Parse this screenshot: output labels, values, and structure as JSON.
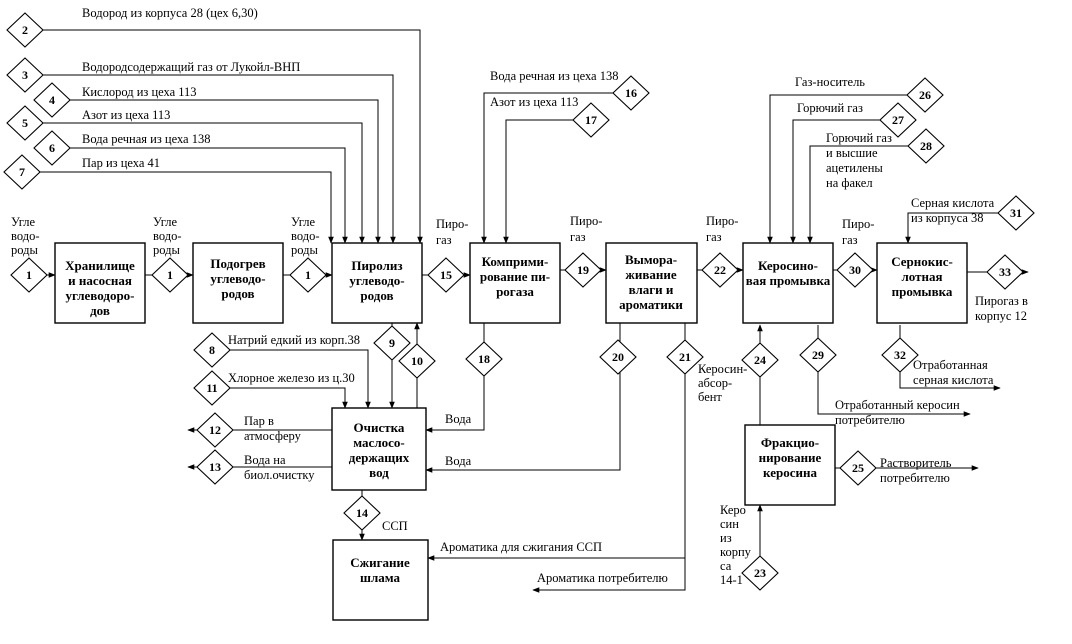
{
  "boxes": {
    "storage": [
      "Хранилище",
      "и насосная",
      "углеводоро-",
      "дов"
    ],
    "heating": [
      "Подогрев",
      "углеводо-",
      "родов"
    ],
    "pyrolysis": [
      "Пиролиз",
      "углеводо-",
      "родов"
    ],
    "compression": [
      "Комприми-",
      "рование пи-",
      "рогаза"
    ],
    "drying": [
      "Вымора-",
      "живание",
      "влаги и",
      "ароматики"
    ],
    "kerosene_wash": [
      "Кероcино-",
      "вая промывка"
    ],
    "sulfuric_wash": [
      "Сернокис-",
      "лотная",
      "промывка"
    ],
    "oily_water": [
      "Очистка",
      "маслосо-",
      "держащих",
      "вод"
    ],
    "sludge": [
      "Сжигание",
      "шлама"
    ],
    "fractionation": [
      "Фракцио-",
      "нирование",
      "керосина"
    ]
  },
  "streams": {
    "s1": "1",
    "s2": "2",
    "s3": "3",
    "s4": "4",
    "s5": "5",
    "s6": "6",
    "s7": "7",
    "s8": "8",
    "s9": "9",
    "s10": "10",
    "s11": "11",
    "s12": "12",
    "s13": "13",
    "s14": "14",
    "s15": "15",
    "s16": "16",
    "s17": "17",
    "s19": "19",
    "s18": "18",
    "s20": "20",
    "s21": "21",
    "s22": "22",
    "s23": "23",
    "s24": "24",
    "s25": "25",
    "s26": "26",
    "s27": "27",
    "s28": "28",
    "s29": "29",
    "s30": "30",
    "s31": "31",
    "s32": "32",
    "s33": "33"
  },
  "labels": {
    "l2": "Водород из корпуса 28 (цех 6,30)",
    "l3": "Водородсодержащий газ от Лукойл-ВНП",
    "l4": "Кислород из цеха 113",
    "l5": "Азот из цеха 113",
    "l6": "Вода речная из цеха 138",
    "l7": "Пар из цеха 41",
    "hydrocarbons": [
      "Угле",
      "водо-",
      "роды"
    ],
    "pyrogas": [
      "Пиро-",
      "газ"
    ],
    "l16": "Вода речная из цеха 138",
    "l17": "Азот из цеха 113",
    "l26": "Газ-носитель",
    "l27": "Горючий газ",
    "l28": [
      "Горючий газ",
      "и высшие",
      "ацетилены",
      "на факел"
    ],
    "l31": [
      "Серная кислота",
      "из корпуса 38"
    ],
    "l33": [
      "Пирогаз в",
      "корпус 12"
    ],
    "l32": [
      "Отработанная",
      "серная кислота"
    ],
    "l29": [
      "Отработанный керосин",
      "потребителю"
    ],
    "l25": [
      "Растворитель",
      "потребителю"
    ],
    "l8": "Натрий едкий из корп.38",
    "l11": "Хлорное железо из ц.30",
    "l12": [
      "Пар в",
      "атмосферу"
    ],
    "l13": [
      "Вода на",
      "биол.очистку"
    ],
    "water": "Вода",
    "l14": "ССП",
    "l21": [
      "Керосин-",
      "абсор-",
      "бент"
    ],
    "aromatics_burn": "Ароматика для сжигания ССП",
    "aromatics_consumer": "Ароматика потребителю",
    "l23": [
      "Керо",
      "син",
      "из",
      "корпу",
      "са",
      "14-1"
    ]
  }
}
